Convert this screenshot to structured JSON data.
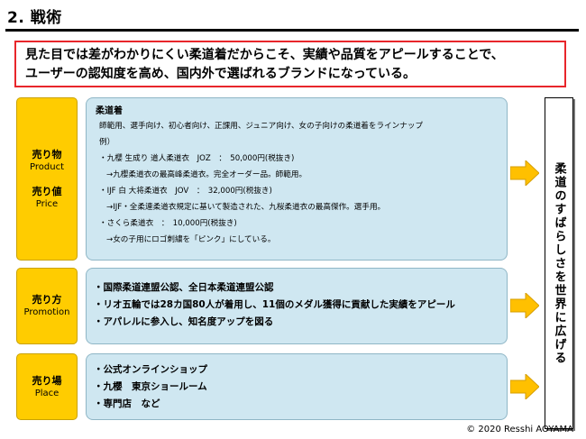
{
  "title": "2. 戦術",
  "headline": [
    "見た目では差がわかりにくい柔道着だからこそ、実績や品質をアピールすることで、",
    "ユーザーの認知度を高め、国内外で選ばれるブランドになっている。"
  ],
  "product": {
    "label_main_1": "売り物",
    "label_sub_1": "Product",
    "label_main_2": "売り値",
    "label_sub_2": "Price",
    "heading": "柔道着",
    "lines": [
      "師範用、選手向け、初心者向け、正課用、ジュニア向け、女の子向けの柔道着をラインナップ",
      "例）",
      "・九櫻 生成り 道人柔道衣　JOZ　：　50,000円(税抜き)",
      "→九櫻柔道衣の最高峰柔道衣。完全オーダー品。師範用。",
      "・IJF 白 大将柔道衣　JOV　：　32,000円(税抜き)",
      "→IJF・全柔連柔道衣規定に基いて製造された、九桜柔道衣の最高傑作。選手用。",
      "・さくら柔道衣　：　10,000円(税抜き)",
      "→女の子用にロゴ刺繍を「ピンク」にしている。"
    ]
  },
  "promotion": {
    "label_main": "売り方",
    "label_sub": "Promotion",
    "lines": [
      "・国際柔道連盟公認、全日本柔道連盟公認",
      "・リオ五輪では28カ国80人が着用し、11個のメダル獲得に貢献した実績をアピール",
      "・アパレルに参入し、知名度アップを図る"
    ]
  },
  "place": {
    "label_main": "売り場",
    "label_sub": "Place",
    "lines": [
      "・公式オンラインショップ",
      "・九櫻　東京ショールーム",
      "・専門店　など"
    ]
  },
  "conclusion": "柔道のすばらしさを世界に広げる",
  "copyright": "© 2020 Resshi AOYAMA",
  "colors": {
    "label_fill": "#ffcc00",
    "box_fill": "#cfe7f1",
    "arrow_fill": "#ffc000",
    "headline_border": "#e8262b"
  }
}
